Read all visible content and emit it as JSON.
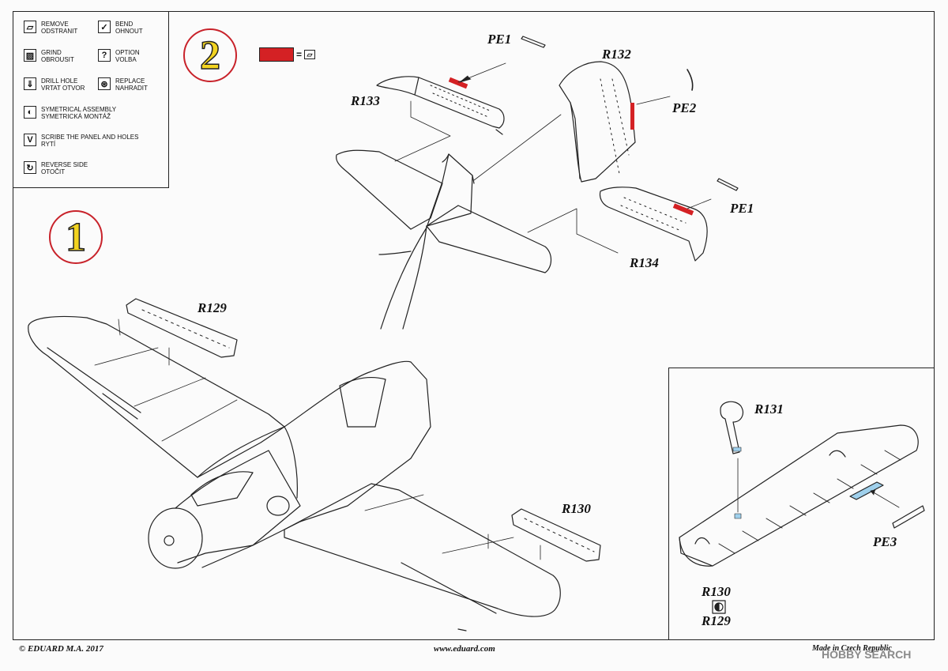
{
  "legend": [
    {
      "icon": "remove-icon",
      "glyph": "▱",
      "line1": "REMOVE",
      "line2": "ODSTRANIT"
    },
    {
      "icon": "bend-icon",
      "glyph": "✓",
      "line1": "BEND",
      "line2": "OHNOUT"
    },
    {
      "icon": "grind-icon",
      "glyph": "▨",
      "line1": "GRIND",
      "line2": "OBROUSIT"
    },
    {
      "icon": "option-icon",
      "glyph": "?",
      "line1": "OPTION",
      "line2": "VOLBA"
    },
    {
      "icon": "drill-hole-icon",
      "glyph": "⇓",
      "line1": "DRILL HOLE",
      "line2": "VRTAT OTVOR"
    },
    {
      "icon": "replace-icon",
      "glyph": "⊛",
      "line1": "REPLACE",
      "line2": "NAHRADIT"
    },
    {
      "icon": "symmetrical-assembly-icon",
      "glyph": "◐",
      "line1": "SYMETRICAL ASSEMBLY",
      "line2": "SYMETRICKÁ MONTÁŽ"
    },
    {
      "icon": "scribe-icon",
      "glyph": "V",
      "line1": "SCRIBE THE PANEL AND HOLES",
      "line2": "RYTÍ"
    },
    {
      "icon": "reverse-side-icon",
      "glyph": "↻",
      "line1": "REVERSE SIDE",
      "line2": "OTOČIT"
    }
  ],
  "steps": {
    "step1": "1",
    "step2": "2"
  },
  "key": {
    "equals": "=",
    "swatch_color": "#d42124"
  },
  "labels": {
    "pe1_top": "PE1",
    "r132": "R132",
    "r133": "R133",
    "pe2": "PE2",
    "pe1_mid": "PE1",
    "r134": "R134",
    "r129": "R129",
    "r130": "R130",
    "r131": "R131",
    "pe3": "PE3",
    "r130_inset": "R130",
    "r129_inset": "R129"
  },
  "footer": {
    "copyright": "© EDUARD  M.A. 2017",
    "url": "www.eduard.com",
    "made_in": "Made in Czech Republic"
  },
  "watermark": "HOBBY SEARCH",
  "colors": {
    "accent_red": "#d42124",
    "step_yellow": "#f2d320",
    "step_ring": "#c8222a",
    "pe3_blue": "#9fd0ec"
  }
}
